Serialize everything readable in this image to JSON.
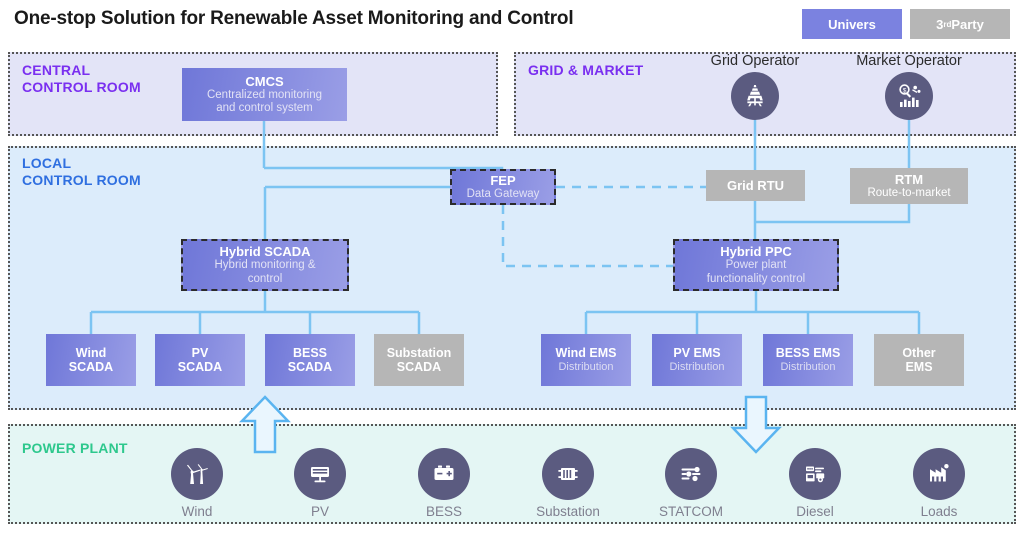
{
  "title": "One-stop Solution for Renewable Asset Monitoring and Control",
  "legend": {
    "univers": "Univers",
    "third_party_prefix": "3",
    "third_party_sup": "rd",
    "third_party_suffix": " Party",
    "univers_color": "#7b82e0",
    "third_party_color": "#b6b6b6"
  },
  "sections": {
    "central": {
      "label_line1": "CENTRAL",
      "label_line2": "CONTROL ROOM",
      "color": "#7a2ff0"
    },
    "grid": {
      "label": "GRID & MARKET",
      "color": "#7a2ff0"
    },
    "local": {
      "label_line1": "LOCAL",
      "label_line2": "CONTROL ROOM",
      "color": "#2f6fe0"
    },
    "plant": {
      "label": "POWER PLANT",
      "color": "#2ec88d"
    }
  },
  "nodes": {
    "cmcs": {
      "title": "CMCS",
      "sub_line1": "Centralized monitoring",
      "sub_line2": "and control system",
      "owner": "univers"
    },
    "fep": {
      "title": "FEP",
      "sub": "Data Gateway",
      "owner": "univers"
    },
    "grid_rtu": {
      "title": "Grid RTU",
      "owner": "third-party"
    },
    "rtm": {
      "title": "RTM",
      "sub": "Route-to-market",
      "owner": "third-party"
    },
    "hybrid_scada": {
      "title": "Hybrid SCADA",
      "sub_line1": "Hybrid monitoring &",
      "sub_line2": "control",
      "owner": "univers"
    },
    "hybrid_ppc": {
      "title": "Hybrid PPC",
      "sub_line1": "Power plant",
      "sub_line2": "functionality control",
      "owner": "univers"
    }
  },
  "scada_row": [
    {
      "title_line1": "Wind",
      "title_line2": "SCADA",
      "owner": "univers"
    },
    {
      "title_line1": "PV",
      "title_line2": "SCADA",
      "owner": "univers"
    },
    {
      "title_line1": "BESS",
      "title_line2": "SCADA",
      "owner": "univers"
    },
    {
      "title_line1": "Substation",
      "title_line2": "SCADA",
      "owner": "third-party"
    }
  ],
  "ems_row": [
    {
      "title": "Wind EMS",
      "sub": "Distribution",
      "owner": "univers"
    },
    {
      "title": "PV EMS",
      "sub": "Distribution",
      "owner": "univers"
    },
    {
      "title": "BESS EMS",
      "sub": "Distribution",
      "owner": "univers"
    },
    {
      "title_line1": "Other",
      "title_line2": "EMS",
      "owner": "third-party"
    }
  ],
  "operators": [
    {
      "label": "Grid Operator",
      "icon": "transmission-tower-icon"
    },
    {
      "label": "Market Operator",
      "icon": "market-analytics-icon"
    }
  ],
  "power_plant_assets": [
    {
      "label": "Wind",
      "icon": "wind-turbine-icon"
    },
    {
      "label": "PV",
      "icon": "solar-panel-icon"
    },
    {
      "label": "BESS",
      "icon": "battery-icon"
    },
    {
      "label": "Substation",
      "icon": "transformer-icon"
    },
    {
      "label": "STATCOM",
      "icon": "sliders-icon"
    },
    {
      "label": "Diesel",
      "icon": "generator-truck-icon"
    },
    {
      "label": "Loads",
      "icon": "factory-icon"
    }
  ],
  "flow_arrows": [
    {
      "name": "data-up-arrow",
      "direction": "up"
    },
    {
      "name": "control-down-arrow",
      "direction": "down"
    }
  ]
}
